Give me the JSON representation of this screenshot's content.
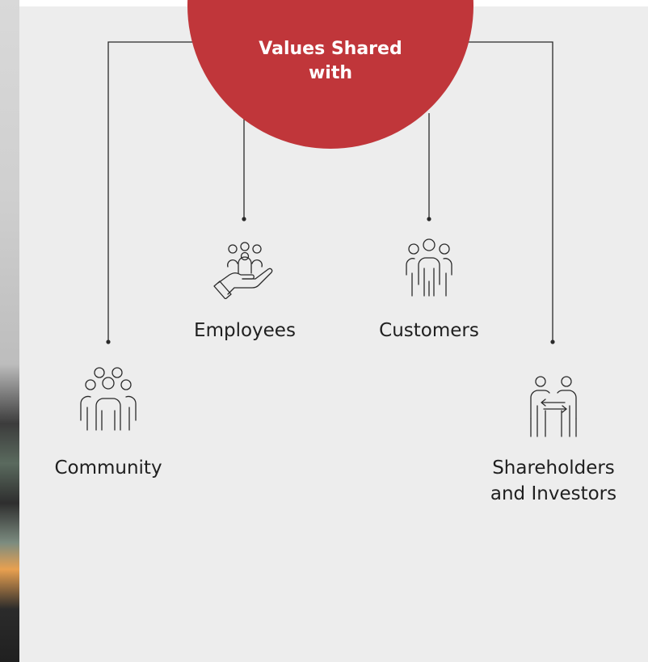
{
  "hub": {
    "title": "Values Shared with"
  },
  "stakeholders": [
    {
      "label": "Employees",
      "icon": "hand-holding-people-icon"
    },
    {
      "label": "Customers",
      "icon": "people-group-icon"
    },
    {
      "label": "Community",
      "icon": "community-group-icon"
    },
    {
      "label": "Shareholders and Investors",
      "icon": "exchange-people-icon"
    }
  ],
  "colors": {
    "hub": "#c0363a",
    "panel": "#ededed",
    "line": "#2a2a2a",
    "text": "#1f1f1f"
  }
}
